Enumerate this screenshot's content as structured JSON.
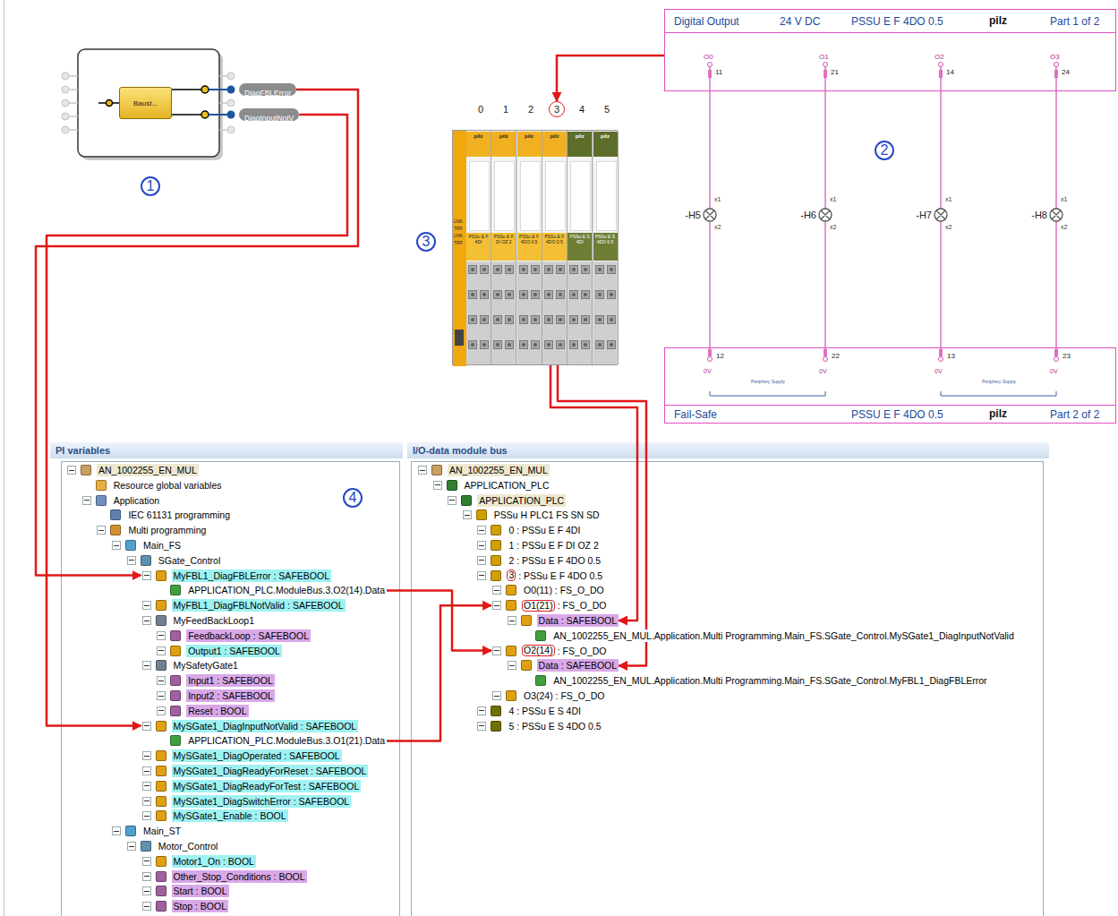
{
  "diagram": {
    "nodes": [
      {
        "text": [
          "Baust..."
        ]
      },
      {
        "text": [
          "DiagFBLError"
        ]
      },
      {
        "text": [
          "DiagInputNotV"
        ]
      },
      {
        "text": [
          "3"
        ]
      },
      {
        "text": [
          "Digital Output",
          "24 V DC",
          "PSSU E F 4DO 0.5",
          "pilz",
          "Part 1 of 2"
        ]
      },
      {
        "text": [
          "LNK",
          "TRF",
          "LNK",
          "TRF"
        ]
      },
      {
        "text": [
          "pilz",
          "PSSu E F 4DI"
        ],
        "in": 5
      },
      {
        "text": [
          "pilz",
          "PSSu E F DI OZ 2"
        ],
        "in": 5
      },
      {
        "text": [
          "pilz",
          "PSSu E F 4DO 0.5"
        ],
        "in": 5
      },
      {
        "text": [
          "pilz",
          "PSSu E F 4DO 0.5"
        ],
        "in": 5
      },
      {
        "text": [
          "pilz",
          "PSSu E S 4DI"
        ],
        "in": 5
      },
      {
        "text": [
          "pilz",
          "PSSu E S 4DO 0.5"
        ],
        "in": 5
      },
      {
        "text": [
          "Fail-Safe",
          "PSSU E F 4DO 0.5",
          "pilz",
          "Part 2 of 2"
        ]
      },
      {
        "text": [
          "PI variables"
        ]
      },
      {
        "text": [
          "AN_1002255_EN_MUL"
        ],
        "in": 13
      },
      {
        "text": [
          "Resource global variables"
        ],
        "in": 13
      },
      {
        "text": [
          "Application"
        ],
        "in": 13
      },
      {
        "text": [
          "IEC 61131 programming"
        ],
        "in": 13
      },
      {
        "text": [
          "Multi programming"
        ],
        "in": 13
      },
      {
        "text": [
          "Main_FS"
        ],
        "in": 13
      },
      {
        "text": [
          "SGate_Control"
        ],
        "in": 13
      },
      {
        "text": [
          "MyFBL1_DiagFBLError : SAFEBOOL"
        ],
        "in": 13
      },
      {
        "text": [
          "APPLICATION_PLC.ModuleBus.3.O2(14).Data"
        ],
        "in": 13
      },
      {
        "text": [
          "MyFBL1_DiagFBLNotValid : SAFEBOOL"
        ],
        "in": 13
      },
      {
        "text": [
          "MyFeedBackLoop1"
        ],
        "in": 13
      },
      {
        "text": [
          "FeedbackLoop : SAFEBOOL"
        ],
        "in": 13
      },
      {
        "text": [
          "Output1 : SAFEBOOL"
        ],
        "in": 13
      },
      {
        "text": [
          "MySafetyGate1"
        ],
        "in": 13
      },
      {
        "text": [
          "Input1 : SAFEBOOL"
        ],
        "in": 13
      },
      {
        "text": [
          "Input2 : SAFEBOOL"
        ],
        "in": 13
      },
      {
        "text": [
          "Reset : BOOL"
        ],
        "in": 13
      },
      {
        "text": [
          "MySGate1_DiagInputNotValid : SAFEBOOL"
        ],
        "in": 13
      },
      {
        "text": [
          "APPLICATION_PLC.ModuleBus.3.O1(21).Data"
        ],
        "in": 13
      },
      {
        "text": [
          "MySGate1_DiagOperated : SAFEBOOL"
        ],
        "in": 13
      },
      {
        "text": [
          "MySGate1_DiagReadyForReset : SAFEBOOL"
        ],
        "in": 13
      },
      {
        "text": [
          "MySGate1_DiagReadyForTest : SAFEBOOL"
        ],
        "in": 13
      },
      {
        "text": [
          "MySGate1_DiagSwitchError : SAFEBOOL"
        ],
        "in": 13
      },
      {
        "text": [
          "MySGate1_Enable : BOOL"
        ],
        "in": 13
      },
      {
        "text": [
          "Main_ST"
        ],
        "in": 13
      },
      {
        "text": [
          "Motor_Control"
        ],
        "in": 13
      },
      {
        "text": [
          "Motor1_On : BOOL"
        ],
        "in": 13
      },
      {
        "text": [
          "Other_Stop_Conditions : BOOL"
        ],
        "in": 13
      },
      {
        "text": [
          "Start : BOOL"
        ],
        "in": 13
      },
      {
        "text": [
          "Stop : BOOL"
        ],
        "in": 13
      },
      {
        "text": [
          "I/O-data module bus"
        ]
      },
      {
        "text": [
          "AN_1002255_EN_MUL"
        ],
        "in": 44
      },
      {
        "text": [
          "APPLICATION_PLC"
        ],
        "in": 44
      },
      {
        "text": [
          "APPLICATION_PLC"
        ],
        "in": 44
      },
      {
        "text": [
          "PSSu H PLC1 FS SN SD"
        ],
        "in": 44
      },
      {
        "text": [
          "0 : PSSu E F 4DI"
        ],
        "in": 44
      },
      {
        "text": [
          "1 : PSSu E F DI OZ 2"
        ],
        "in": 44
      },
      {
        "text": [
          "2 : PSSu E F 4DO 0.5"
        ],
        "in": 44
      },
      {
        "text": [
          "3",
          ": PSSu E F 4DO 0.5"
        ],
        "in": 44
      },
      {
        "text": [
          "O0(11) : FS_O_DO"
        ],
        "in": 44
      },
      {
        "text": [
          "O1(21)",
          ": FS_O_DO"
        ],
        "in": 44
      },
      {
        "text": [
          "Data : SAFEBOOL"
        ],
        "in": 44
      },
      {
        "text": [
          "AN_1002255_EN_MUL.Application.Multi Programming.Main_FS.SGate_Control.MySGate1_DiagInputNotValid"
        ],
        "in": 44
      },
      {
        "text": [
          "O2(14)",
          ": FS_O_DO"
        ],
        "in": 44
      },
      {
        "text": [
          "Data : SAFEBOOL"
        ],
        "in": 44
      },
      {
        "text": [
          "AN_1002255_EN_MUL.Application.Multi Programming.Main_FS.SGate_Control.MyFBL1_DiagFBLError"
        ],
        "in": 44
      },
      {
        "text": [
          "O3(24) : FS_O_DO"
        ],
        "in": 44
      },
      {
        "text": [
          "4 : PSSu E S 4DI"
        ],
        "in": 44
      },
      {
        "text": [
          "5 : PSSu E S 4DO 0.5"
        ],
        "in": 44
      }
    ],
    "edges": [
      {
        "from": 1,
        "to": 21,
        "arrow": "to"
      },
      {
        "from": 2,
        "to": 31,
        "arrow": "to"
      },
      {
        "from": 22,
        "to": 57,
        "arrow": "to"
      },
      {
        "from": 32,
        "to": 54,
        "arrow": "to"
      },
      {
        "from": 9,
        "to": 55,
        "arrow": "to"
      },
      {
        "from": 9,
        "to": 58,
        "arrow": "to"
      },
      {
        "from": 4,
        "to": 3,
        "arrow": "to"
      }
    ],
    "labels": [
      "1",
      "2",
      "3",
      "4",
      "0",
      "1",
      "2",
      "4",
      "5",
      "O0",
      "O1",
      "O2",
      "O3",
      "11",
      "21",
      "14",
      "24",
      "-H5",
      "-H6",
      "-H7",
      "-H8",
      "x1",
      "x2",
      "x1",
      "x2",
      "x1",
      "x2",
      "x1",
      "x2",
      "12",
      "22",
      "13",
      "23",
      "0V",
      "0V",
      "0V",
      "0V",
      "Periphery Supply",
      "Periphery Supply"
    ]
  }
}
